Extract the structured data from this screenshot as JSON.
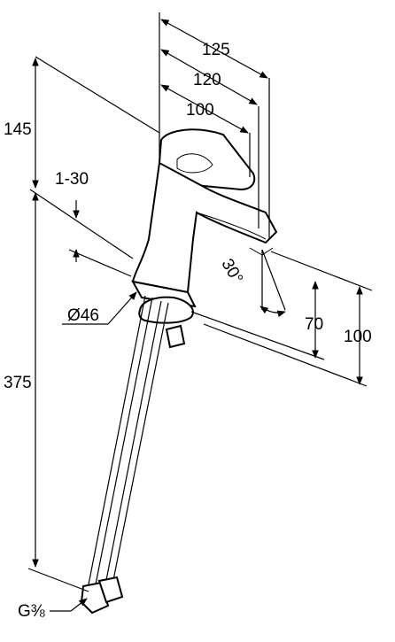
{
  "dimensions": {
    "d125": "125",
    "d120": "120",
    "d100_top": "100",
    "d145": "145",
    "d1_30": "1-30",
    "d30deg": "30°",
    "d46": "Ø46",
    "d70": "70",
    "d100_right": "100",
    "d375": "375",
    "thread": "G⅜"
  }
}
